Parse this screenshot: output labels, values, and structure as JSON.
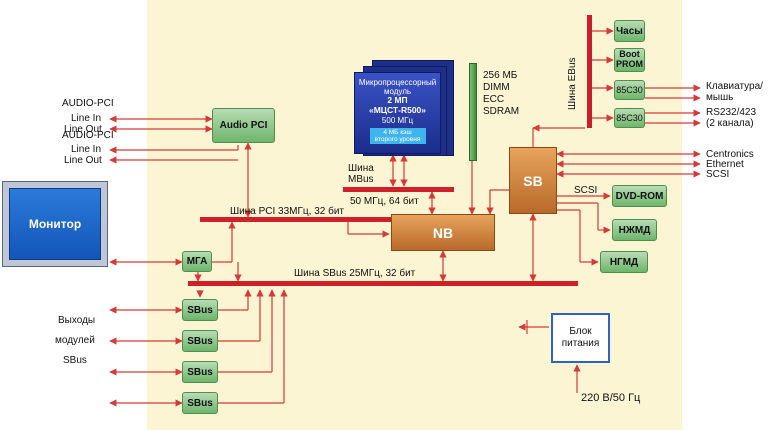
{
  "monitor": {
    "label": "Монитор"
  },
  "audio_pci": {
    "title_top": "AUDIO-PCI",
    "line_in_1": "Line In",
    "line_out_1": "Line Out",
    "title_bottom": "AUDIO-PCI",
    "line_in_2": "Line In",
    "line_out_2": "Line Out",
    "box": "Audio PCI"
  },
  "cpu": {
    "line1": "Микропроцессорный",
    "line2": "модуль",
    "line3": "2 МП",
    "line4": "«МЦСТ-R500»",
    "line5": "500 МГц",
    "cache_line1": "4 МБ кэш",
    "cache_line2": "второго уровня"
  },
  "memory": {
    "line1": "256 МБ",
    "line2": "DIMM",
    "line3": "ECC",
    "line4": "SDRAM"
  },
  "mbus": {
    "label_line1": "Шина",
    "label_line2": "MBus",
    "freq": "50 МГц, 64 бит"
  },
  "pci_bus": {
    "label": "Шина PCI 33МГц, 32 бит"
  },
  "nb": {
    "label": "NB"
  },
  "sb": {
    "label": "SB"
  },
  "sbus": {
    "label": "Шина SBus   25МГц, 32 бит"
  },
  "mga": {
    "label": "МГА"
  },
  "sbus_slots": {
    "label": "SBus",
    "outputs_line1": "Выходы",
    "outputs_line2": "модулей",
    "outputs_line3": "SBus"
  },
  "ebus": {
    "label": "Шина EBus"
  },
  "ebus_devices": {
    "clock": "Часы",
    "boot_line1": "Boot",
    "boot_line2": "PROM",
    "serial1": "85С30",
    "serial2": "85С30"
  },
  "external": {
    "keyboard_line1": "Клавиатура/",
    "keyboard_line2": "мышь",
    "rs_line1": "RS232/423",
    "rs_line2": "(2 канала)",
    "centronics": "Centronics",
    "ethernet": "Ethernet",
    "scsi": "SCSI"
  },
  "scsi_bus": {
    "label": "SCSI"
  },
  "drives": {
    "dvd": "DVD-ROM",
    "hdd": "НЖМД",
    "fdd": "НГМД"
  },
  "power": {
    "line1": "Блок",
    "line2": "питания",
    "input": "220 В/50 Гц"
  },
  "colors": {
    "bus_red": "#d11f2a",
    "wire_red": "#d43a3a",
    "panel_bg": "#fbf5d3",
    "device_green": "#6eb56c",
    "chip_brown": "#b86a2a",
    "monitor_blue": "#1256b8",
    "cpu_blue": "#1b2d8c",
    "psu_border": "#2d62c7"
  }
}
